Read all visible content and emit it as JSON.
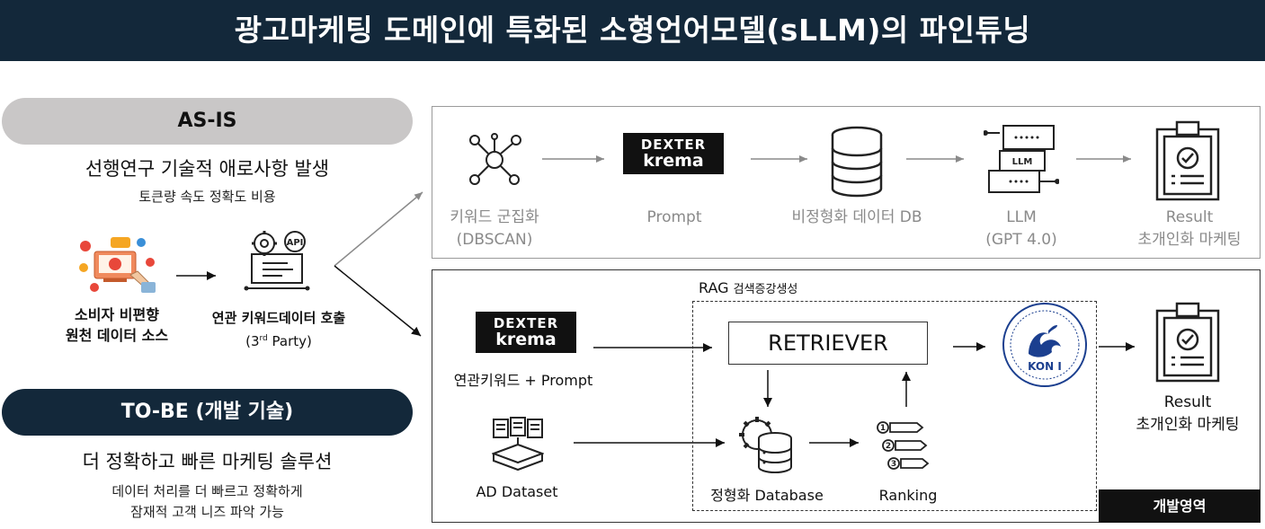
{
  "title": "광고마케팅 도메인에 특화된 소형언어모델(sLLM)의 파인튜닝",
  "asis": {
    "label": "AS-IS",
    "headline": "선행연구 기술적 애로사항 발생",
    "sub": "토큰량 속도 정확도 비용",
    "consumer_line1": "소비자 비편향",
    "consumer_line2": "원천 데이터 소스",
    "api_line1": "연관 키워드데이터 호출",
    "api_line2_pre": "(3",
    "api_line2_sup": "rd",
    "api_line2_post": " Party)",
    "api_badge": "API"
  },
  "tobe": {
    "label": "TO-BE (개발 기술)",
    "headline": "더 정확하고 빠른 마케팅 솔루션",
    "sub1": "데이터 처리를 더 빠르고 정확하게",
    "sub2": "잠재적 고객 니즈 파악 가능"
  },
  "top_flow": {
    "keyword_line1": "키워드 군집화",
    "keyword_line2": "(DBSCAN)",
    "dexter_line1": "DEXTER",
    "dexter_line2": "krema",
    "prompt": "Prompt",
    "db": "비정형화 데이터 DB",
    "llm_line1": "LLM",
    "llm_line2": "(GPT 4.0)",
    "llm_badge": "LLM",
    "result_line1": "Result",
    "result_line2": "초개인화 마케팅"
  },
  "bottom_flow": {
    "rag_label": "RAG",
    "rag_sub": "검색증강생성",
    "retriever": "RETRIEVER",
    "dexter_line1": "DEXTER",
    "dexter_line2": "krema",
    "keyword_prompt": "연관키워드 + Prompt",
    "ad_dataset": "AD Dataset",
    "database": "정형화 Database",
    "ranking": "Ranking",
    "rank_marks": [
      "1",
      "2",
      "3"
    ],
    "koni": "KON I",
    "result_line1": "Result",
    "result_line2": "초개인화 마케팅",
    "dev_area": "개발영역"
  },
  "colors": {
    "header_bg": "#13283a",
    "asis_pill": "#c9c7c7",
    "tobe_pill": "#13283a",
    "koni_blue": "#1b3f8f"
  }
}
